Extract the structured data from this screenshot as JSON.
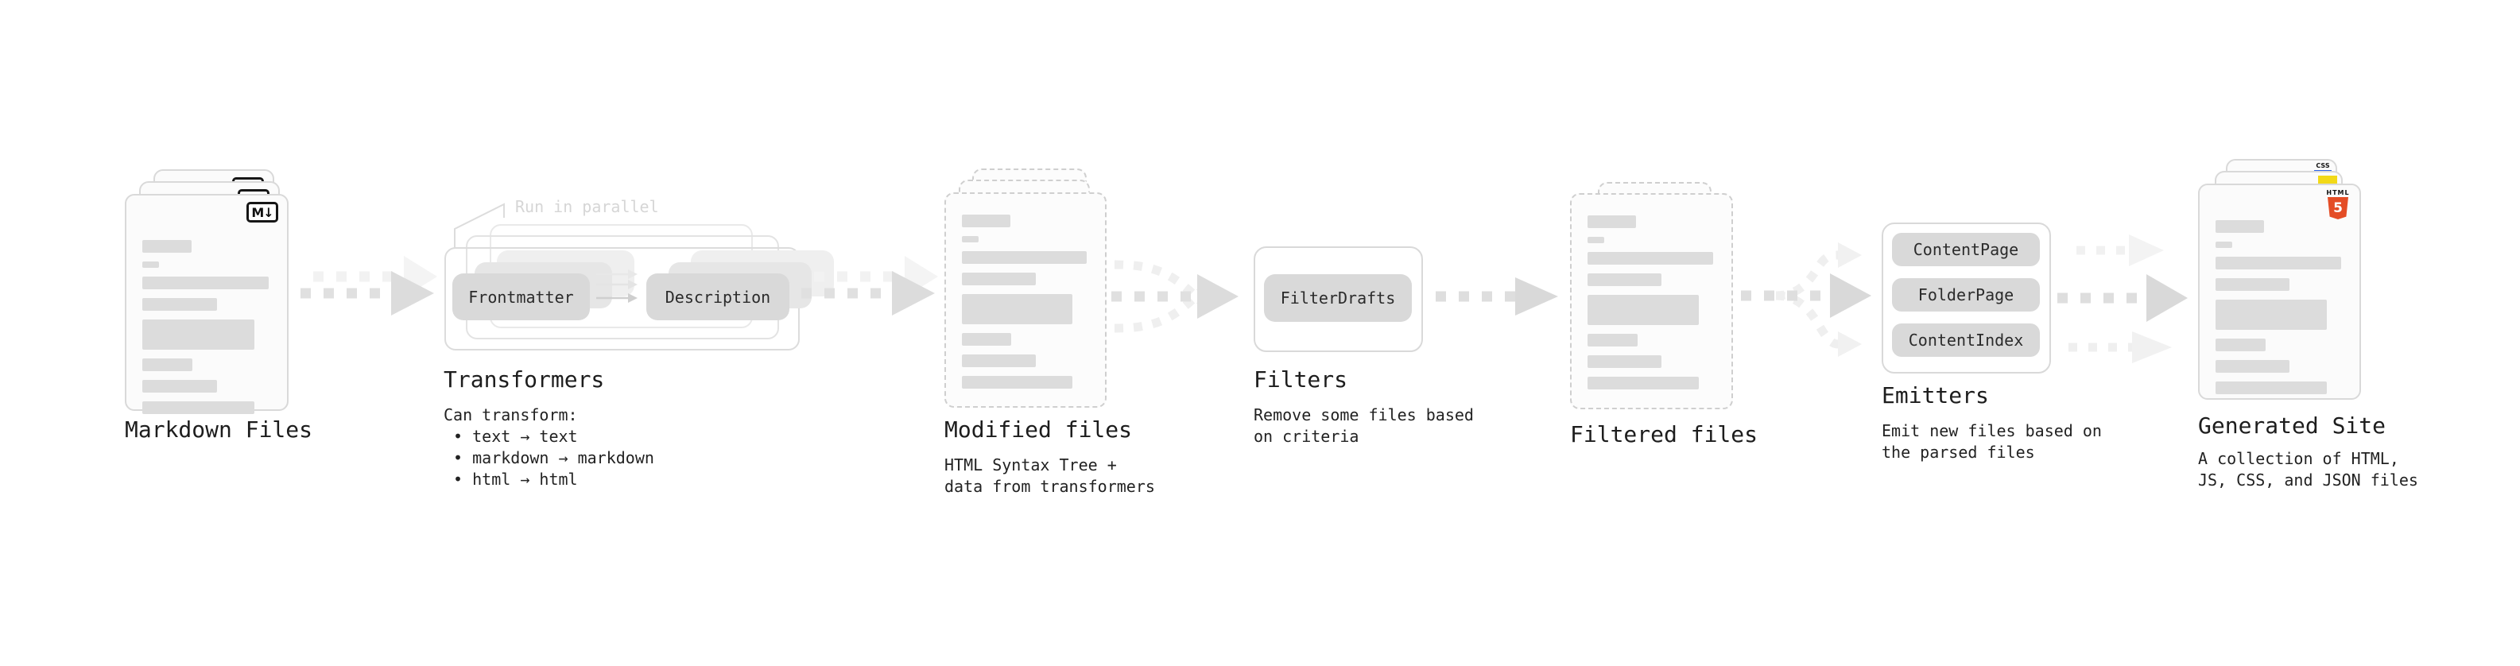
{
  "nodes": {
    "markdown": {
      "title": "Markdown Files",
      "badge": "M↓"
    },
    "transformers": {
      "title": "Transformers",
      "annotation": "Run in parallel",
      "pill_frontmatter": "Frontmatter",
      "pill_description": "Description",
      "desc": "Can transform:\n • text → text\n • markdown → markdown\n • html → html"
    },
    "modified": {
      "title": "Modified files",
      "desc": "HTML Syntax Tree +\ndata from transformers"
    },
    "filters": {
      "title": "Filters",
      "pill": "FilterDrafts",
      "desc": "Remove some files based\non criteria"
    },
    "filtered": {
      "title": "Filtered files"
    },
    "emitters": {
      "title": "Emitters",
      "pill1": "ContentPage",
      "pill2": "FolderPage",
      "pill3": "ContentIndex",
      "desc": "Emit new files based on\nthe parsed files"
    },
    "generated": {
      "title": "Generated Site",
      "desc": "A collection of HTML,\nJS, CSS, and JSON files",
      "badge_html": "HTML",
      "badge_html_number": "5",
      "badge_css": "CSS"
    }
  },
  "colors": {
    "background": "#ffffff",
    "card_fill": "#fbfbfb",
    "card_border": "#d9d9d9",
    "dashed_card_border": "#cfcfcf",
    "placeholder_bar": "#dcdcdc",
    "pill_fill": "#d9d9d9",
    "pill_text": "#2b2b2b",
    "arrow_gray": "#dedede",
    "arrow_light": "#f1f1f1",
    "annotation_gray": "#d6d6d6",
    "title_text": "#1d1d1d",
    "markdown_icon_black": "#161616",
    "html5_orange": "#e44d26",
    "js_yellow": "#f2d918",
    "css_blue": "#2c63ea"
  }
}
